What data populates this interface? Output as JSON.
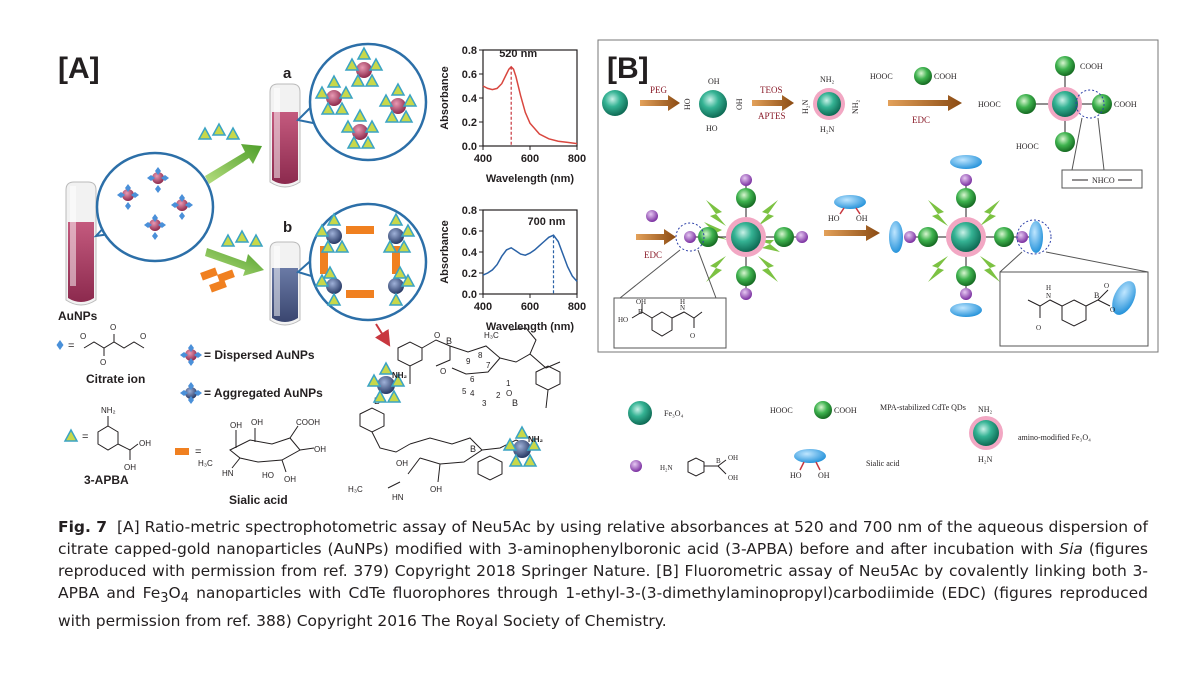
{
  "panelA": {
    "label": "[A]",
    "label_a": "a",
    "label_b": "b",
    "vial_label": "AuNPs",
    "legend": {
      "citrate_eq": "=",
      "citrate": "Citrate ion",
      "dispersed": "= Dispersed AuNPs",
      "aggregated": "= Aggregated AuNPs",
      "apba_eq": "=",
      "apba": "3-APBA",
      "sialic_eq": "=",
      "sialic": "Sialic acid",
      "nh2": "NH₂",
      "oh": "OH",
      "h3c": "H₃C",
      "ho": "HO",
      "hn": "HN",
      "cooh": "COOH"
    },
    "chem": {
      "nh2": "NH₂",
      "labels": [
        "9",
        "8",
        "7",
        "6",
        "5",
        "4",
        "3",
        "2",
        "1"
      ],
      "o": "O",
      "b": "B",
      "h3c": "H₃C",
      "oh": "OH",
      "hn": "HN"
    }
  },
  "chart_data": [
    {
      "type": "line",
      "xlabel": "Wavelength (nm)",
      "ylabel": "Absorbance",
      "xlim": [
        400,
        800
      ],
      "ylim": [
        0.0,
        0.8
      ],
      "xticks": [
        400,
        600,
        800
      ],
      "yticks": [
        "0.0",
        "0.2",
        "0.4",
        "0.6",
        "0.8"
      ],
      "annotation": "520 nm",
      "marker_x": 520,
      "series": [
        {
          "x": [
            400,
            420,
            440,
            460,
            480,
            500,
            510,
            520,
            530,
            540,
            560,
            580,
            600,
            640,
            680,
            720,
            760,
            800
          ],
          "y": [
            0.5,
            0.48,
            0.47,
            0.48,
            0.52,
            0.6,
            0.64,
            0.66,
            0.64,
            0.58,
            0.42,
            0.28,
            0.19,
            0.1,
            0.06,
            0.04,
            0.03,
            0.02
          ]
        }
      ]
    },
    {
      "type": "line",
      "xlabel": "Wavelength (nm)",
      "ylabel": "Absorbance",
      "xlim": [
        400,
        800
      ],
      "ylim": [
        0.0,
        0.8
      ],
      "xticks": [
        400,
        600,
        800
      ],
      "yticks": [
        "0.0",
        "0.2",
        "0.4",
        "0.6",
        "0.8"
      ],
      "annotation": "700 nm",
      "marker_x": 700,
      "series": [
        {
          "x": [
            400,
            420,
            440,
            460,
            480,
            500,
            520,
            540,
            560,
            580,
            600,
            620,
            640,
            660,
            680,
            700,
            720,
            740,
            760,
            780,
            800
          ],
          "y": [
            0.18,
            0.2,
            0.23,
            0.28,
            0.36,
            0.42,
            0.44,
            0.41,
            0.38,
            0.37,
            0.39,
            0.42,
            0.46,
            0.5,
            0.54,
            0.56,
            0.5,
            0.38,
            0.26,
            0.17,
            0.12
          ]
        }
      ]
    }
  ],
  "panelB": {
    "label": "[B]",
    "peg": "PEG",
    "teos": "TEOS",
    "aptes": "APTES",
    "edc": "EDC",
    "oh": "OH",
    "ho": "HO",
    "nh2": "NH₂",
    "h2n": "H₂N",
    "hooc": "HOOC",
    "cooh": "COOH",
    "nhco": "NHCO",
    "b": "B",
    "n": "N",
    "h": "H",
    "o": "O",
    "legend": {
      "fe3o4": "Fe₃O₄",
      "qd": "MPA-stabilized CdTe QDs",
      "sialic": "Sialic acid",
      "amino": "amino-modified Fe₃O₄",
      "h2n": "H₂N",
      "oh": "OH",
      "ho": "HO"
    }
  },
  "caption": {
    "fig": "Fig. 7",
    "part1": "[A] Ratio-metric spectrophotometric assay of Neu5Ac by using relative absorbances at 520 and 700 nm of the aqueous dispersion of citrate capped-gold nanoparticles (AuNPs) modified with 3-aminophenylboronic acid (3-APBA) before and after incubation with ",
    "sia": "Sia",
    "part2": " (figures reproduced with permission from ref. 379) Copyright 2018 Springer Nature. [B] Fluorometric assay of Neu5Ac by covalently linking both 3-APBA and Fe",
    "sub3": "3",
    "part3": "O",
    "sub4": "4",
    "part4": " nanoparticles with CdTe fluorophores through 1-ethyl-3-(3-dimethylaminopropyl)carbodiimide (EDC) (figures reproduced with permission from ref. 388) Copyright 2016 The Royal Society of Chemistry."
  },
  "colors": {
    "au_dispersed": "#b0466b",
    "au_aggregated": "#3f4f78",
    "diamond": "#4a90d9",
    "triangle": "#c8d84a",
    "triangle_edge": "#4ab0c8",
    "orange": "#f08020",
    "green_arrow": "#7cc242",
    "red_curve": "#d9473f",
    "blue_curve": "#2a62a6",
    "fe3o4": "#2aa58c",
    "qd_green": "#3fb34f",
    "pink_ring": "#f2a7c3",
    "purple": "#9b4fbf",
    "brown_arrow": "#b8742a"
  }
}
